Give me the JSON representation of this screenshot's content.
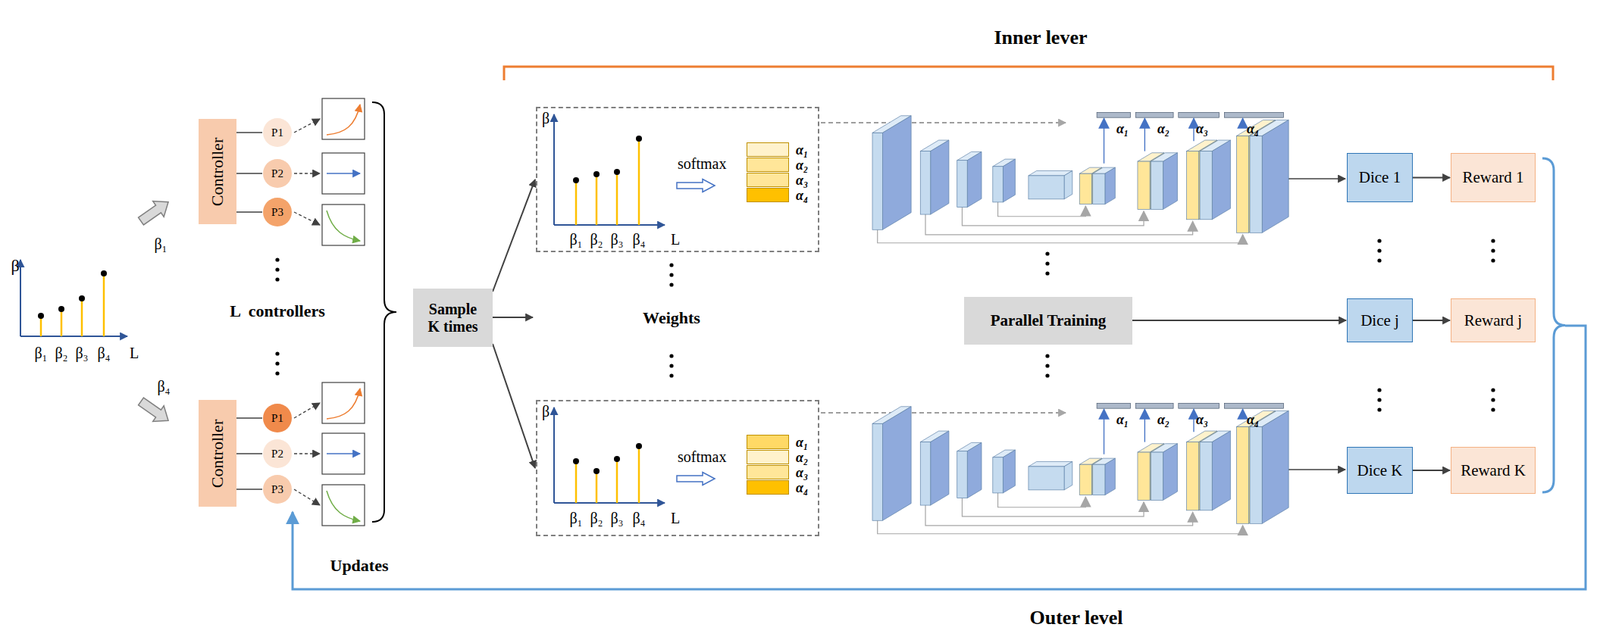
{
  "diagram": {
    "nodes": [
      {
        "text": [
          "Controller"
        ]
      },
      {
        "text": [
          "P1"
        ]
      },
      {
        "text": [
          "P2"
        ]
      },
      {
        "text": [
          "P3"
        ]
      },
      {
        "text": [
          "Controller"
        ]
      },
      {
        "text": [
          "P1"
        ]
      },
      {
        "text": [
          "P2"
        ]
      },
      {
        "text": [
          "P3"
        ]
      },
      {
        "text": [
          "Sample K times"
        ]
      },
      {
        "text": [
          "softmax"
        ]
      },
      {
        "text": [
          "α₁"
        ],
        "in": 9
      },
      {
        "text": [
          "α₂"
        ],
        "in": 9
      },
      {
        "text": [
          "α₃"
        ],
        "in": 9
      },
      {
        "text": [
          "α₄"
        ],
        "in": 9
      },
      {
        "text": [
          "softmax"
        ]
      },
      {
        "text": [
          "α₁"
        ],
        "in": 14
      },
      {
        "text": [
          "α₂"
        ],
        "in": 14
      },
      {
        "text": [
          "α₃"
        ],
        "in": 14
      },
      {
        "text": [
          "α₄"
        ],
        "in": 14
      },
      {
        "text": [
          "Parallel Training"
        ]
      },
      {
        "text": [
          "Dice 1"
        ]
      },
      {
        "text": [
          "Reward 1"
        ]
      },
      {
        "text": [
          "Dice j"
        ]
      },
      {
        "text": [
          "Reward j"
        ]
      },
      {
        "text": [
          "Dice K"
        ]
      },
      {
        "text": [
          "Reward K"
        ]
      }
    ],
    "edges": [
      {
        "from": 0,
        "to": 1,
        "arrow": "none"
      },
      {
        "from": 0,
        "to": 2,
        "arrow": "none"
      },
      {
        "from": 0,
        "to": 3,
        "arrow": "none"
      },
      {
        "from": 4,
        "to": 5,
        "arrow": "none"
      },
      {
        "from": 4,
        "to": 6,
        "arrow": "none"
      },
      {
        "from": 4,
        "to": 7,
        "arrow": "none"
      },
      {
        "from": 8,
        "to": 9,
        "arrow": "to"
      },
      {
        "from": 8,
        "to": 14,
        "arrow": "to"
      },
      {
        "from": 19,
        "to": 22,
        "arrow": "to"
      },
      {
        "from": 20,
        "to": 21,
        "arrow": "to"
      },
      {
        "from": 22,
        "to": 23,
        "arrow": "to"
      },
      {
        "from": 24,
        "to": 25,
        "arrow": "to"
      }
    ],
    "labels": [
      "Inner lever",
      "Outer level",
      "β",
      "β₁",
      "β₂",
      "β₃",
      "β₄",
      "L",
      "β₁",
      "β₄",
      "L  controllers",
      "Weights",
      "Updates",
      "β",
      "β₁",
      "β₂",
      "β₃",
      "β₄",
      "L",
      "β",
      "β₁",
      "β₂",
      "β₃",
      "β₄",
      "L",
      "α₁",
      "α₂",
      "α₃",
      "α₄",
      "α₁",
      "α₂",
      "α₃",
      "α₄"
    ]
  }
}
